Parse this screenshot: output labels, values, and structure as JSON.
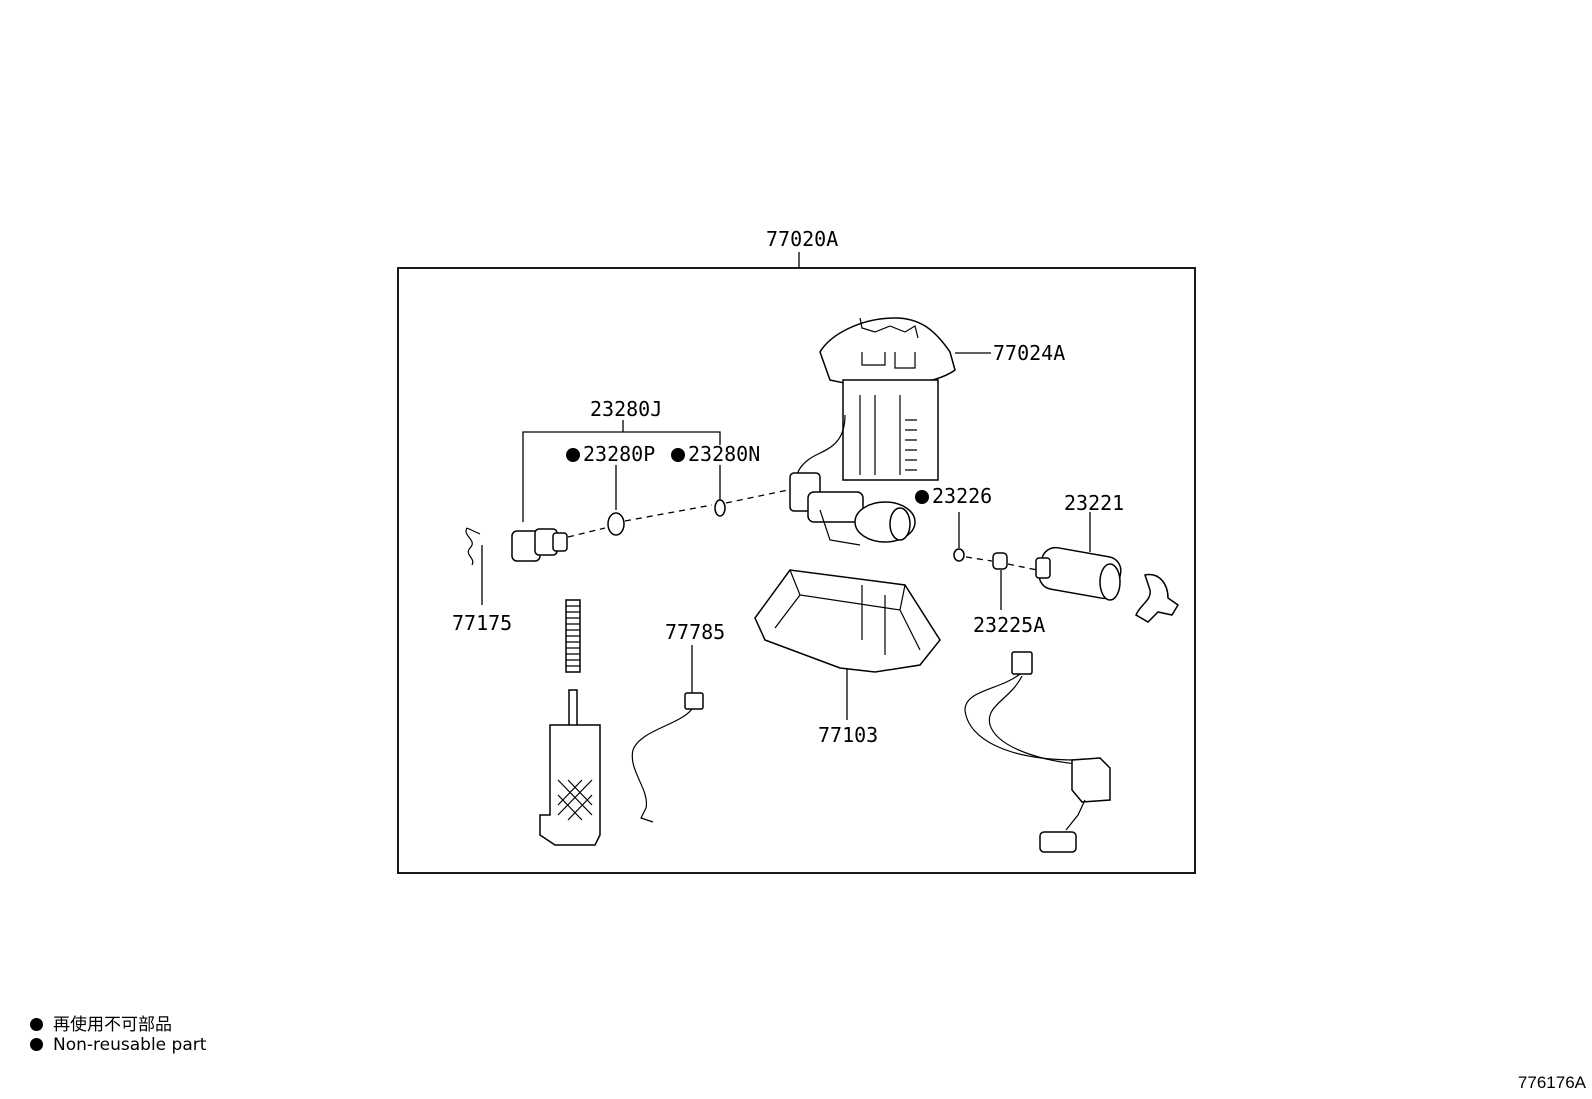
{
  "callouts": {
    "assembly": "77020A",
    "sender_gauge_housing": "77024A",
    "suction_plate_set": "23280J",
    "gasket_p": "23280P",
    "gasket_n": "23280N",
    "oring": "23226",
    "fuel_pump": "23221",
    "filter_cushion": "23225A",
    "clamp": "77175",
    "harness": "77785",
    "bracket": "77103"
  },
  "legend": {
    "line_jp": "再使用不可部品",
    "line_en": "Non-reusable part"
  },
  "catalog_id": "776176A"
}
